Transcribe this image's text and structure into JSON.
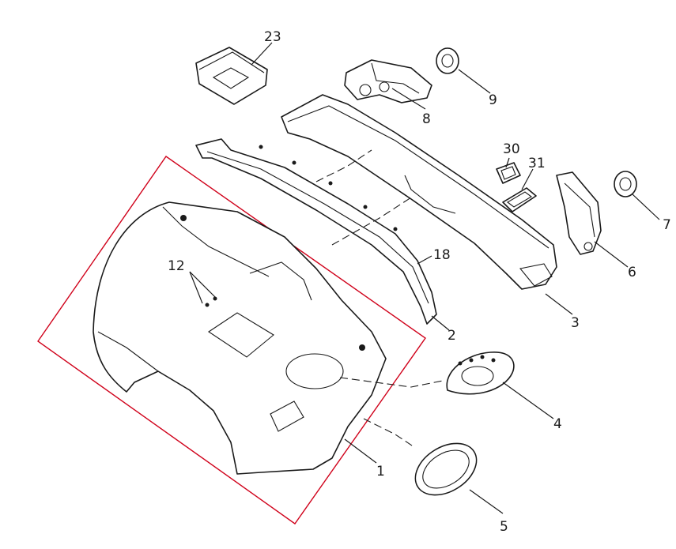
{
  "colors": {
    "line": "#1a1a1a",
    "highlight": "#d0021b",
    "background": "#ffffff"
  },
  "callouts": {
    "c1": "1",
    "c2": "2",
    "c3": "3",
    "c4": "4",
    "c5": "5",
    "c6": "6",
    "c7": "7",
    "c8": "8",
    "c9": "9",
    "c12": "12",
    "c18": "18",
    "c23": "23",
    "c30": "30",
    "c31": "31"
  }
}
